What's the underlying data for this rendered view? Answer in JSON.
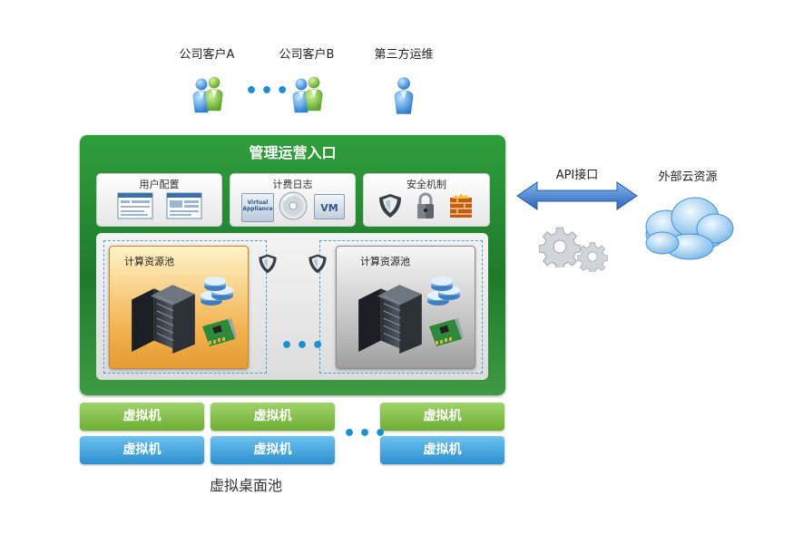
{
  "clients": [
    {
      "label": "公司客户A",
      "icon": "users-group-icon"
    },
    {
      "label": "公司客户B",
      "icon": "users-group-icon"
    },
    {
      "label": "第三方运维",
      "icon": "user-icon"
    }
  ],
  "management": {
    "title": "管理运营入口",
    "cards": [
      {
        "title": "用户配置",
        "icons": [
          "window-screenshot-icon",
          "window-screenshot-icon"
        ]
      },
      {
        "title": "计费日志",
        "icons": [
          "virtual-appliance-icon",
          "disc-icon",
          "vm-icon"
        ],
        "appliance_text_1": "Virtual",
        "appliance_text_2": "Appliance",
        "vm_text": "VM"
      },
      {
        "title": "安全机制",
        "icons": [
          "shield-icon",
          "padlock-icon",
          "firewall-icon"
        ]
      }
    ],
    "pools": [
      {
        "title": "计算资源池",
        "color": "#f2b04d"
      },
      {
        "title": "计算资源池",
        "color": "#bdbdbd"
      }
    ]
  },
  "api": {
    "label": "API接口"
  },
  "external": {
    "label": "外部云资源"
  },
  "vm_label": "虚拟机",
  "desktop_pool_label": "虚拟桌面池",
  "colors": {
    "panel_green": "#2a8f37",
    "vm_green": "#7dbb3f",
    "vm_blue": "#3a9ad8",
    "accent_blue": "#1a8fd6"
  }
}
